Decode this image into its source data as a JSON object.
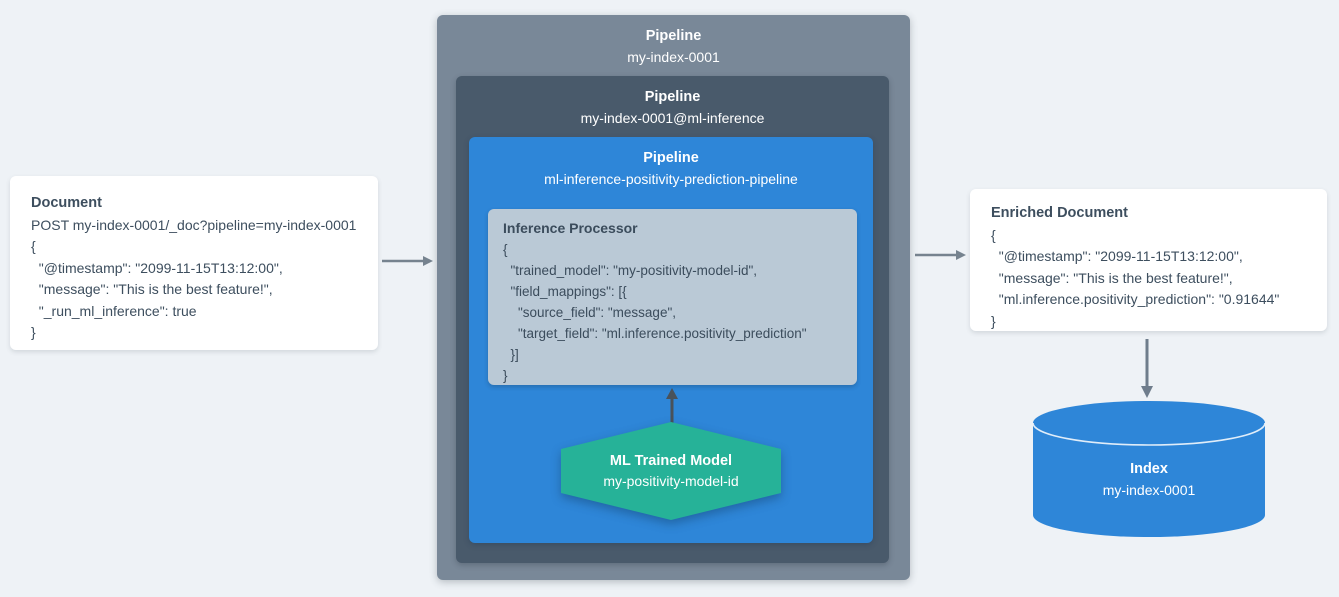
{
  "diagram": {
    "background": "#eef2f6",
    "colors": {
      "outer_pipeline": "#798898",
      "ml_pipeline": "#495a6b",
      "inference_pipeline": "#2e86d8",
      "processor_panel": "#bac9d6",
      "trained_model_hexagon": "#26b298",
      "index_cylinder": "#2e86d8",
      "card_text": "#3d4e5e",
      "arrow_gray": "#76838f",
      "arrow_dark": "#49525a"
    }
  },
  "document_card": {
    "title": "Document",
    "lines": [
      "POST my-index-0001/_doc?pipeline=my-index-0001",
      "{",
      "  \"@timestamp\": \"2099-11-15T13:12:00\",",
      "  \"message\": \"This is the best feature!\",",
      "  \"_run_ml_inference\": true",
      "}"
    ]
  },
  "outer_pipeline": {
    "title": "Pipeline",
    "subtitle": "my-index-0001"
  },
  "ml_pipeline": {
    "title": "Pipeline",
    "subtitle": "my-index-0001@ml-inference"
  },
  "inference_pipeline": {
    "title": "Pipeline",
    "subtitle": "ml-inference-positivity-prediction-pipeline"
  },
  "inference_processor": {
    "title": "Inference Processor",
    "lines": [
      "{",
      "  \"trained_model\": \"my-positivity-model-id\",",
      "  \"field_mappings\": [{",
      "    \"source_field\": \"message\",",
      "    \"target_field\": \"ml.inference.positivity_prediction\"",
      "  }]",
      "}"
    ]
  },
  "trained_model": {
    "title": "ML Trained Model",
    "subtitle": "my-positivity-model-id"
  },
  "enriched_document_card": {
    "title": "Enriched Document",
    "lines": [
      "{",
      "  \"@timestamp\": \"2099-11-15T13:12:00\",",
      "  \"message\": \"This is the best feature!\",",
      "  \"ml.inference.positivity_prediction\": \"0.91644\"",
      "}"
    ]
  },
  "index_cylinder": {
    "title": "Index",
    "subtitle": "my-index-0001"
  }
}
